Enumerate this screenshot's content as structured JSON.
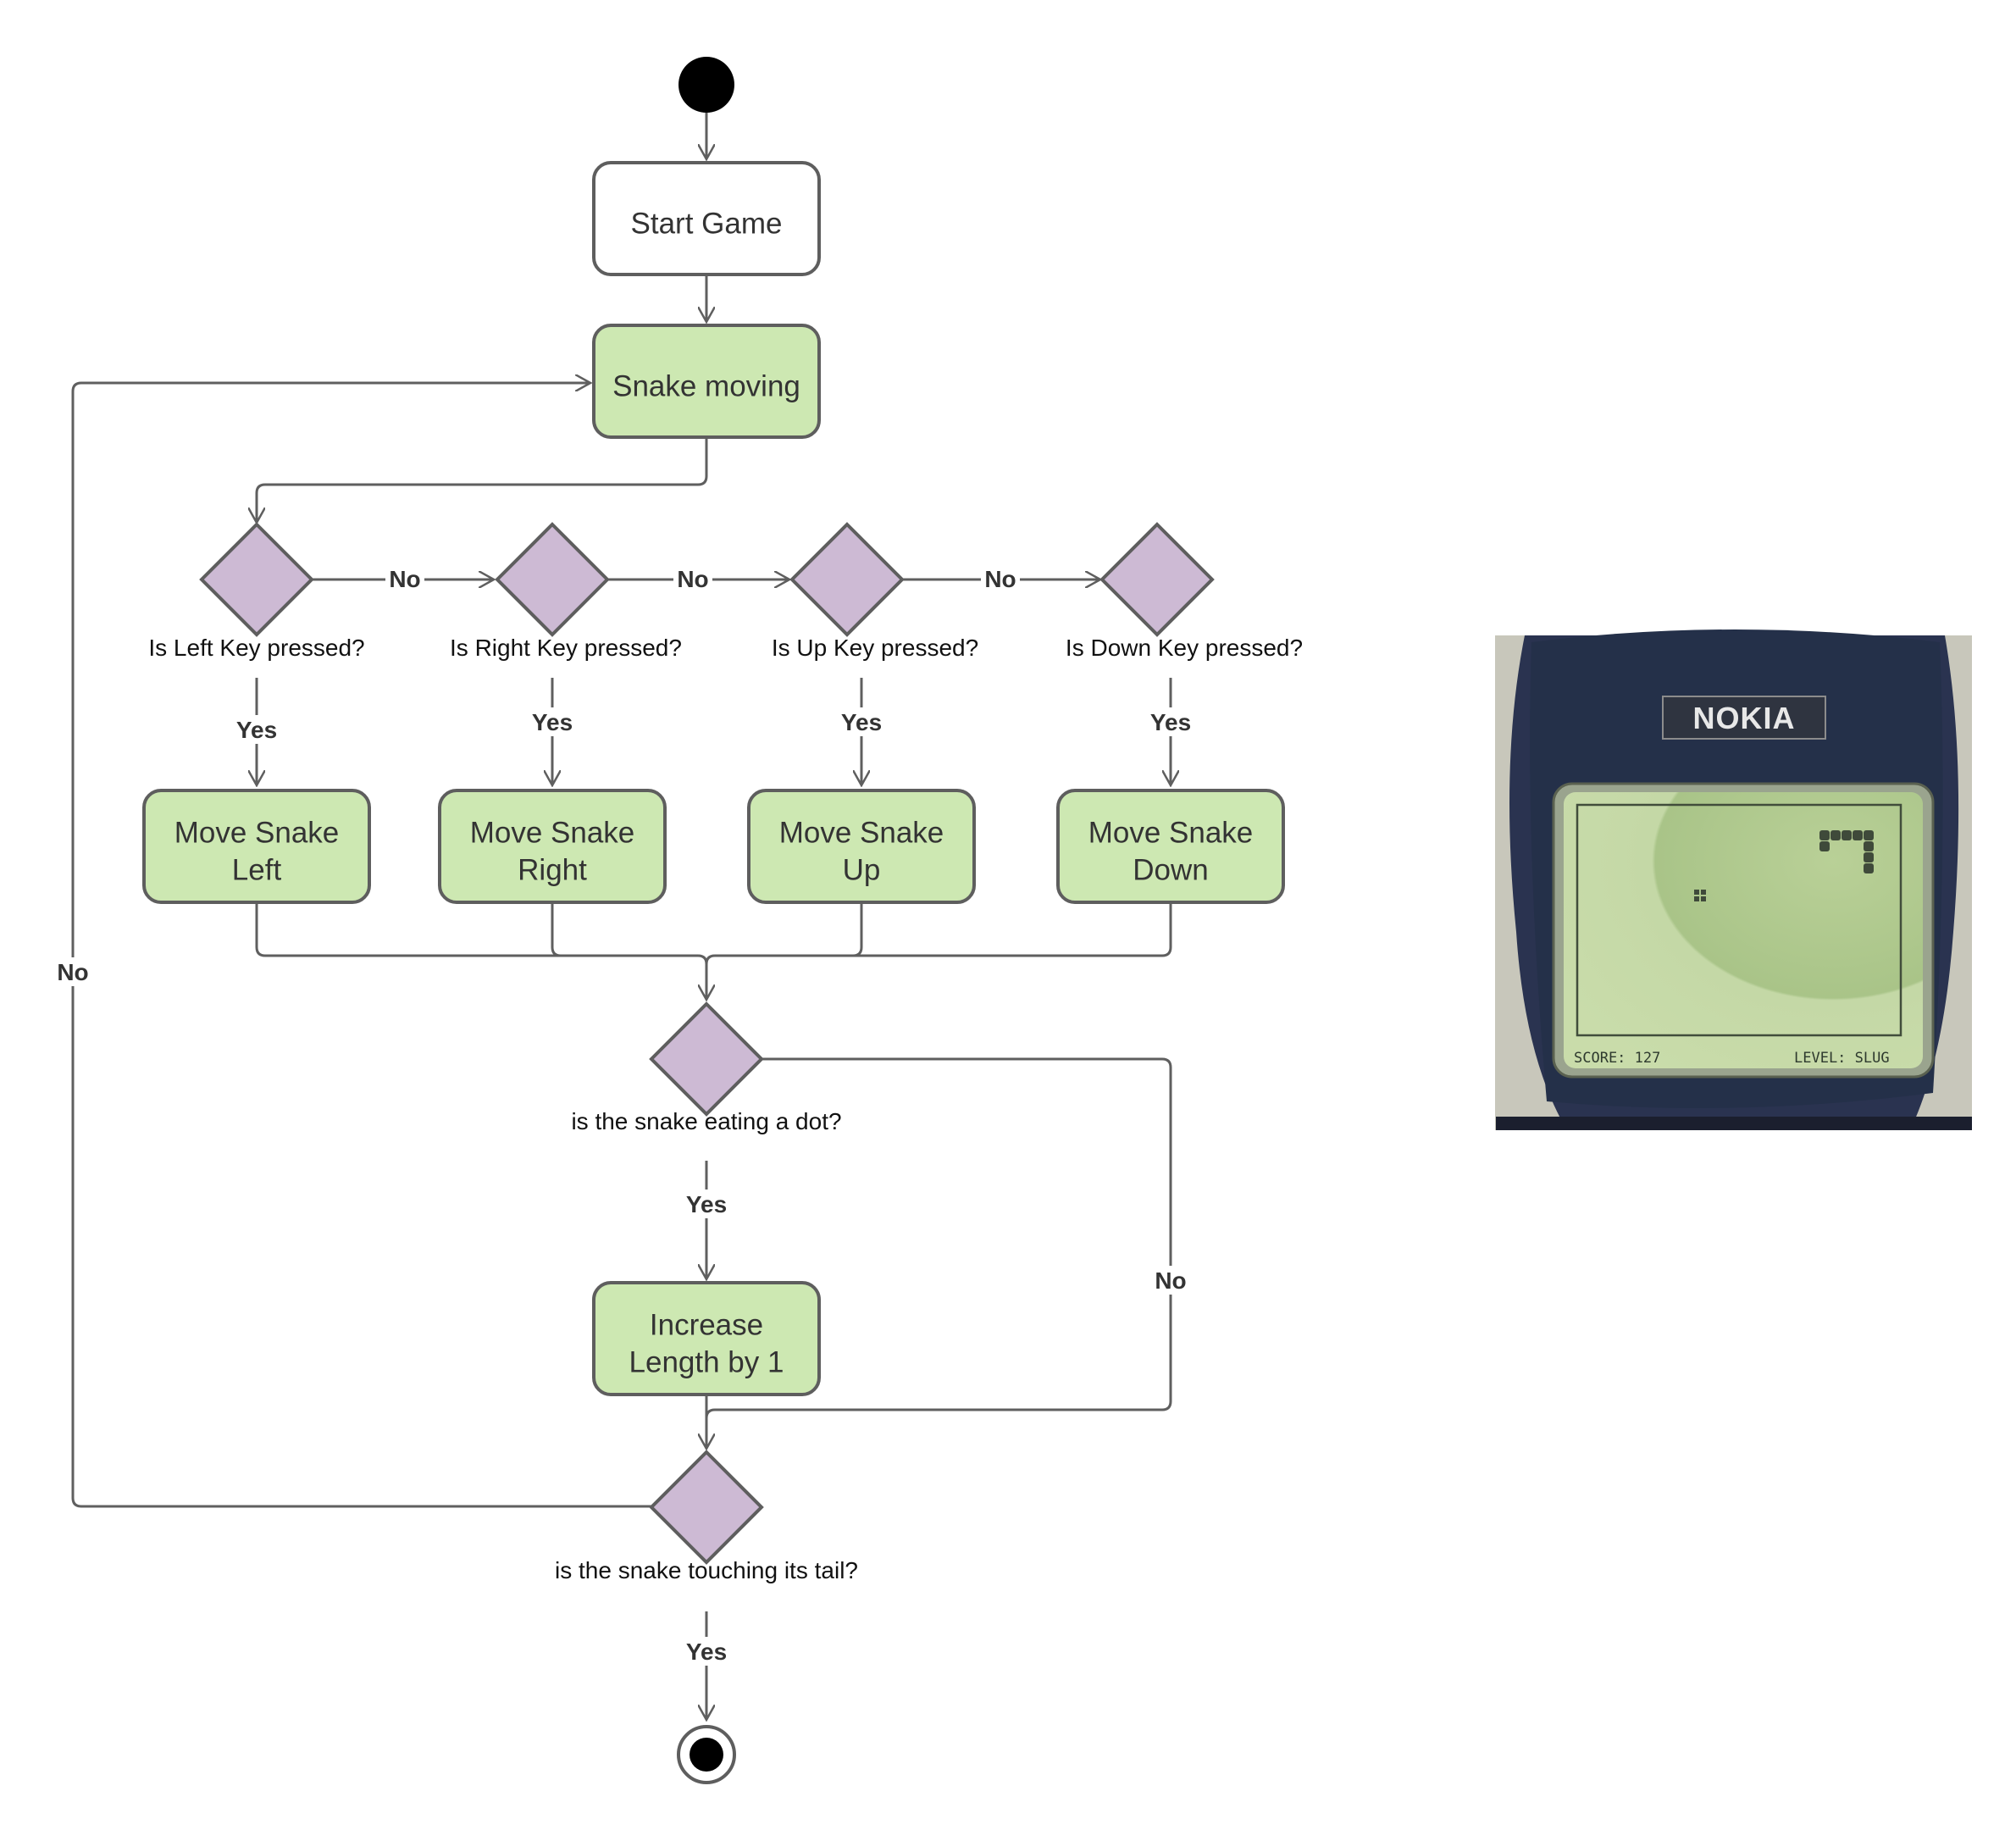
{
  "nodes": {
    "start_game": "Start Game",
    "snake_moving": "Snake moving",
    "move_left": [
      "Move Snake",
      "Left"
    ],
    "move_right": [
      "Move Snake",
      "Right"
    ],
    "move_up": [
      "Move Snake",
      "Up"
    ],
    "move_down": [
      "Move Snake",
      "Down"
    ],
    "increase_length": [
      "Increase",
      "Length by 1"
    ]
  },
  "decisions": {
    "left_key": "Is Left Key pressed?",
    "right_key": "Is Right Key pressed?",
    "up_key": "Is Up Key pressed?",
    "down_key": "Is Down Key pressed?",
    "eating_dot": "is the snake eating a dot?",
    "touching_tail": "is the snake touching its tail?"
  },
  "edge_labels": {
    "no": "No",
    "yes": "Yes"
  },
  "colors": {
    "action_fill": "#cde8b2",
    "decision_fill": "#cdbad4",
    "stroke": "#5e5e5e"
  },
  "photo": {
    "brand": "NOKIA",
    "score": "SCORE: 127",
    "level": "LEVEL: SLUG"
  }
}
